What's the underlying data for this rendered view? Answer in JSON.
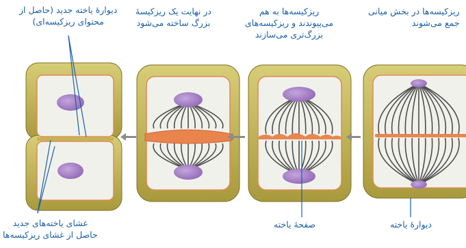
{
  "labels": {
    "new_wall": [
      "دیوارهٔ یاخته جدید (حاصل از",
      "محتوای ریزکیسه‌ای)"
    ],
    "finally": [
      "در نهایت یک ریزکیسهٔ",
      "بزرگ ساخته می‌شود"
    ],
    "vesicles_join": [
      "ریزکیسه‌ها به هم",
      "می‌پیوندند و ریزکیسه‌های",
      "بزرگ‌تری می‌سازند"
    ],
    "middle": [
      "ریزکیسه‌ها در بخش میانی",
      "جمع می‌شوند"
    ],
    "new_membranes": [
      "غشای یاخته‌های جدید",
      "حاصل از غشای ریزکیسه‌ها"
    ],
    "cell_plate": "صفحهٔ یاخته",
    "cell_wall": "دیوارهٔ یاخته"
  },
  "colors": {
    "label_text": "#1a5fa8",
    "cell_wall": "#b5a545",
    "cell_interior": "#f1f1ec",
    "nucleus": "#a780c6",
    "membrane": "#e8864e",
    "spindle": "#4d4d4d",
    "arrow": "#8c8c8c"
  }
}
